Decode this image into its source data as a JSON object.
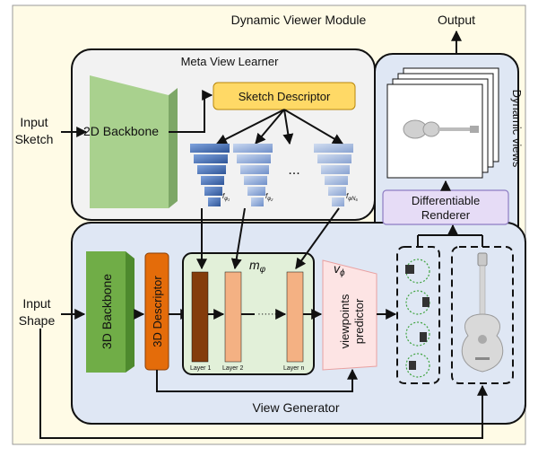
{
  "module": {
    "title": "Dynamic Viewer Module"
  },
  "output_label": "Output",
  "inputs": {
    "sketch": [
      "Input",
      "Sketch"
    ],
    "shape": [
      "Input",
      "Shape"
    ]
  },
  "meta_view_learner": {
    "title": "Meta View Learner",
    "backbone_2d": "2D Backbone",
    "sketch_descriptor": "Sketch Descriptor",
    "ellipsis": "...",
    "heads": [
      {
        "label": "f",
        "sub": "φ₁"
      },
      {
        "label": "f",
        "sub": "φ₂"
      },
      {
        "label": "f",
        "sub": "φN₆"
      }
    ]
  },
  "view_generator": {
    "title": "View Generator",
    "backbone_3d": "3D Backbone",
    "descriptor_3d": "3D Descriptor",
    "m_phi": "m",
    "m_phi_sub": "φ",
    "layers": [
      "Layer 1",
      "Layer 2",
      "Layer n"
    ],
    "layer_dots": "·······",
    "v_phi": "v",
    "v_phi_sub": "ϕ",
    "predictor": [
      "viewpoints",
      "predictor"
    ]
  },
  "dynamic_views": {
    "label": "Dynamic views",
    "renderer": [
      "Differentiable",
      "Renderer"
    ]
  },
  "colors": {
    "module_bg": "#fffbe6",
    "panel_bg": "#dfe7f4",
    "meta_bg": "#f2f2f2",
    "sketch_desc": "#ffd966",
    "backbone_2d": "#a9d18e",
    "backbone_3d": "#70ad47",
    "descriptor_3d": "#e46c0a",
    "layer1": "#843c0c",
    "layer_other": "#f4b183",
    "mphi_box": "#e2f0d9",
    "predictor": "#fde4e4",
    "renderer": "#e6dcf6"
  }
}
